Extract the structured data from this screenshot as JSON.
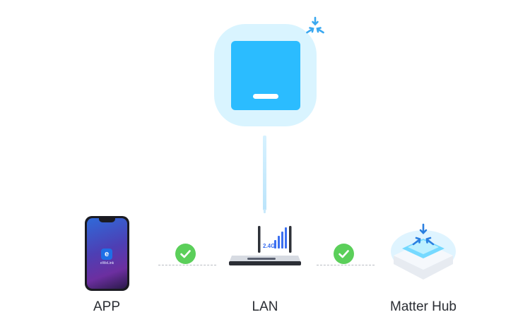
{
  "nodes": {
    "app": {
      "label": "APP",
      "phone_app_name": "eWeLink",
      "phone_app_glyph": "e"
    },
    "lan": {
      "label": "LAN",
      "router_band": "2.4G"
    },
    "hub": {
      "label": "Matter Hub"
    }
  },
  "connections": [
    {
      "from": "app",
      "to": "lan",
      "status": "connected"
    },
    {
      "from": "lan",
      "to": "hub",
      "status": "connected"
    }
  ],
  "icons": {
    "check": "check-icon",
    "matter": "matter-icon"
  },
  "colors": {
    "device_blue": "#2bbcff",
    "device_halo": "#d9f4ff",
    "check_green": "#5bcf5a",
    "matter_blue": "#3aa8f0",
    "label_text": "#2a2d33"
  }
}
